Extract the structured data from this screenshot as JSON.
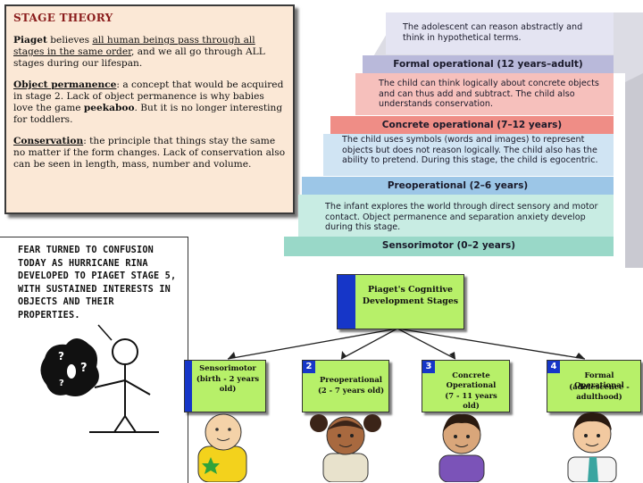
{
  "theory": {
    "title": "STAGE THEORY",
    "p1_term": "Piaget",
    "p1_text_a": " believes ",
    "p1_text_ul": "all human beings pass through all stages in the same order",
    "p1_text_b": ", and we all go through ALL stages during our lifespan.",
    "p2_term": "Object permanence",
    "p2_text_a": ": a concept that would be acquired in stage 2. Lack of object permanence is why babies love the game ",
    "p2_bold": "peekaboo",
    "p2_text_b": ". But it is no longer interesting for toddlers.",
    "p3_term": "Conservation",
    "p3_text": ": the principle that things stay the same no matter if the form changes. Lack of conservation also can be seen in length, mass, number and volume."
  },
  "staircase": [
    {
      "label": "Formal operational (12 years–adult)",
      "description": "The adolescent can reason abstractly and think in hypothetical terms.",
      "desc_color": "#e4e4f2",
      "label_color": "#b9b9da"
    },
    {
      "label": "Concrete operational (7–12 years)",
      "description": "The child can think logically about concrete objects and can thus add and subtract. The child also understands conservation.",
      "desc_color": "#f6c0bc",
      "label_color": "#ef8d86"
    },
    {
      "label": "Preoperational (2–6 years)",
      "description": "The child uses symbols (words and images) to represent objects but does not reason logically. The child also has the ability to pretend. During this stage, the child is egocentric.",
      "desc_color": "#d0e4f3",
      "label_color": "#9cc6e7"
    },
    {
      "label": "Sensorimotor (0–2 years)",
      "description": "The infant explores the world through direct sensory and motor contact. Object permanence and separation anxiety develop during this stage.",
      "desc_color": "#c8ece3",
      "label_color": "#99d8c8"
    }
  ],
  "comic": {
    "caption": "Fear turned to confusion today as Hurricane Rina developed to Piaget Stage 5, with sustained interests in objects and their properties."
  },
  "diagram": {
    "root": "Piaget's Cognitive Development Stages",
    "stages": [
      {
        "num": "",
        "name": "Sensorimotor",
        "age": "(birth - 2 years old)"
      },
      {
        "num": "2",
        "name": "Preoperational",
        "age": "(2 - 7 years old)"
      },
      {
        "num": "3",
        "name": "Concrete Operational",
        "age": "(7 - 11 years old)"
      },
      {
        "num": "4",
        "name": "Formal Operational",
        "age": "(adolescence - adulthood)"
      }
    ],
    "box_color": "#b7f069"
  }
}
